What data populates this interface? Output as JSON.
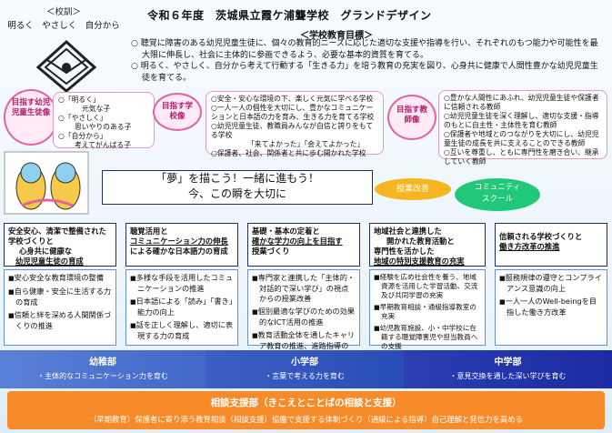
{
  "motto": {
    "heading": "＜校訓＞",
    "words": "明るく　やさしく　自分から"
  },
  "title": "令和６年度　茨城県立霞ケ浦聾学校　グランドデザイン",
  "goals": {
    "heading": "＜学校教育目標＞",
    "items": [
      "聴覚に障害のある幼児児童生徒に、個々の教育的ニーズに応じた適切な支援や指導を行い、それぞれのもつ能力や可能性を最大限に伸長し、社会に主体的に参画できるよう、必要な基本的資質を育てる。",
      "明るく、やさしく、自分から考えて行動する「生きる力」を培う教育の充実を図り、心身共に健康で人間性豊かな幼児児童生徒を育てる。"
    ]
  },
  "children": {
    "label": "目指す幼児児童生徒像",
    "items": [
      {
        "q": "○「明るく」",
        "a": "元気な子"
      },
      {
        "q": "○「やさしく」",
        "a": "思いやりのある子"
      },
      {
        "q": "○「自分から」",
        "a": "考えてがんばる子"
      }
    ]
  },
  "school": {
    "label": "目指す学校像",
    "items": [
      "○安全・安心な環境の下、楽しく元気に学べる学校",
      "○一人一人の個性を大切にし、豊かなコミュニケーションと日本語の力を育み、生きる力を育てる学校",
      "○幼児児童生徒、教職員みんなが自信と誇りをもてる学校",
      "「来てよかった」「会えてよかった」",
      "○保護者、社会、関係者と共に歩む開かれた学校"
    ]
  },
  "staff": {
    "label": "目指す教師像",
    "items": [
      "○豊かな人間性にあふれ、幼児児童生徒や保護者に信頼される教師",
      "○幼児児童生徒を深く理解し、適切な支援・指導のもとに自主性・主体性を育む教師",
      "○保護者や地域とのつながりを大切にし、幼児児童生徒の成長を共に支えることのできる教師",
      "○互いを尊重し、ともに専門性を磨き合い、継承していく教師"
    ]
  },
  "banner": {
    "line1": "「夢」を描こう！一緒に進もう！",
    "line2": "今、この瞬を大切に"
  },
  "bubbles": {
    "b1": "授業改善",
    "b2a": "コミュニティ",
    "b2b": "スクール"
  },
  "columns": [
    {
      "head": [
        "安全安心、清潔で整備された学校づくりと",
        "心身共に健康な",
        "幼児児童生徒の育成"
      ],
      "items": [
        "安心安全な教育環境の整備",
        "自ら健康・安全に生活する力の育成",
        "信頼と絆を深める人間関係づくりの推進"
      ]
    },
    {
      "head": [
        "聴覚活用と",
        "コミュニケーション力の伸長",
        "による確かな日本語力の育成"
      ],
      "items": [
        "多様な手段を活用したコミュニケーションの推進",
        "日本語による「読み」「書き」能力の向上",
        "話を正しく理解し、適切に表現する力の育成"
      ]
    },
    {
      "head": [
        "基礎・基本の定着と",
        "確かな学力の向上を目指す",
        "授業づくり"
      ],
      "items": [
        "専門家と連携した「主体的・対話的で深い学び」の視点からの授業改善",
        "個別最適な学びのための効果的なICT活用の推進",
        "教育活動全体を通したキャリア教育の推進、進路指導の充実"
      ]
    },
    {
      "head": [
        "地域社会と連携した",
        "開かれた教育活動と",
        "専門性を活かした",
        "地域の特別支援教育の充実"
      ],
      "items": [
        "経験を広め社会性を養う、地域資源を活用した学習活動、交流及び共同学習の充実",
        "早期教育相談・通級指導教室の充実",
        "幼児教育施設、小・中学校に在籍する聴覚障害児や担当教員への支援"
      ]
    },
    {
      "head": [
        "信頼される学校づくりと",
        "働き方改革の推進"
      ],
      "items": [
        "服務規律の遵守とコンプライアンス意識の向上",
        "一人一人のWell-beingを目指した働き方改革"
      ]
    }
  ],
  "levels": [
    {
      "name": "幼稚部",
      "desc": "・主体的なコミュニケーション力を育む"
    },
    {
      "name": "小学部",
      "desc": "・言葉で考える力を育む"
    },
    {
      "name": "中学部",
      "desc": "・意見交換を通した深い学びを育む"
    }
  ],
  "support": {
    "name": "相談支援部（きこえとことばの相談と支援）",
    "desc": "（早期教育）保護者に寄り添う教育相談（相談支援）協働で支援する体制づくり（通級による指導）自己理解と発信力を高める"
  },
  "colors": {
    "navy": "#1f3ea8",
    "pink": "#e2639f",
    "orange": "#f78b2a",
    "yellow": "#f6b621",
    "green": "#22c87a"
  }
}
